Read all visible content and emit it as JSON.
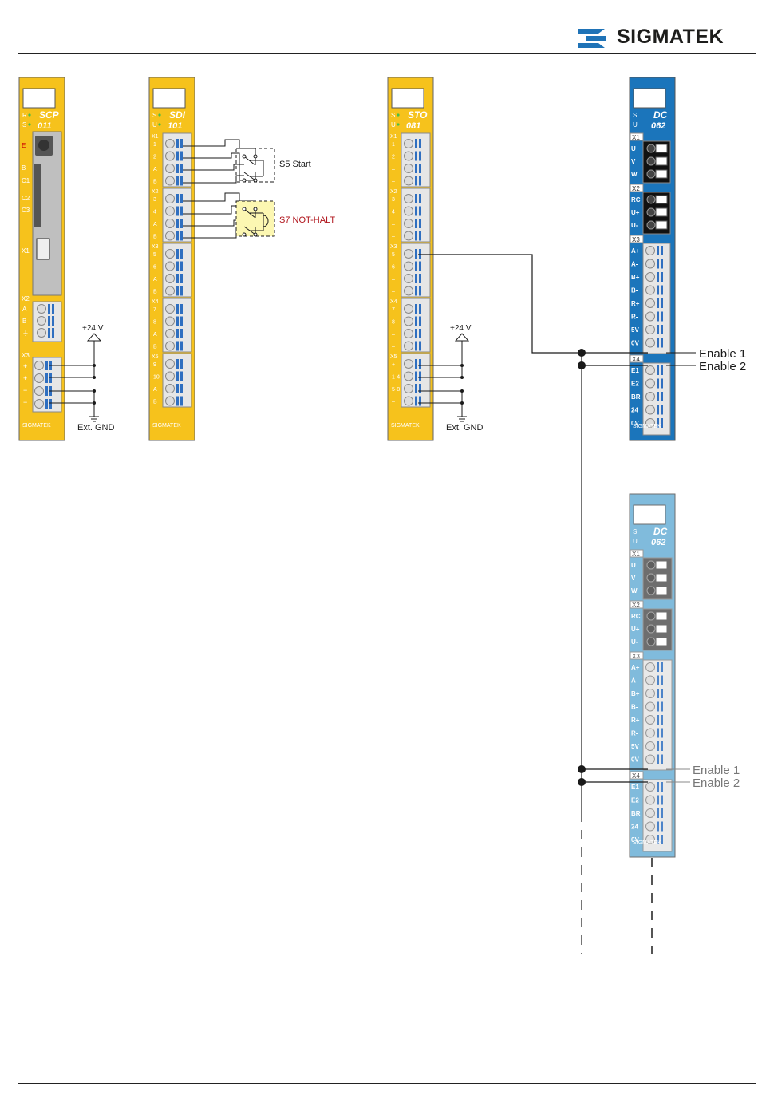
{
  "header": {
    "brand": "SIGMATEK"
  },
  "colors": {
    "yellow": "#f6c21c",
    "blue_dark": "#1b75bb",
    "blue_light": "#6ab0d7",
    "terminal_blue": "#2f6fc0",
    "wire": "#1a1a1a",
    "grey_label": "#777777",
    "red_label": "#b0141b"
  },
  "modules": {
    "scp": {
      "name": "SCP",
      "number": "011",
      "brand": "SIGMATEK",
      "leds": [
        "R",
        "S"
      ],
      "side_labels": [
        "E",
        "B",
        "C1",
        "C2",
        "C3"
      ],
      "ports": [
        "X1",
        "X2",
        "X3"
      ],
      "x2_pins": [
        "A",
        "B",
        "⏚"
      ],
      "x3_pins": [
        "+",
        "+",
        "−",
        "−"
      ]
    },
    "sdi": {
      "name": "SDI",
      "number": "101",
      "brand": "SIGMATEK",
      "leds": [
        "S",
        "U"
      ],
      "ports": [
        "X1",
        "X2",
        "X3",
        "X4",
        "X5"
      ],
      "pins": [
        [
          "1",
          "2",
          "A",
          "B"
        ],
        [
          "3",
          "4",
          "A",
          "B"
        ],
        [
          "5",
          "6",
          "A",
          "B"
        ],
        [
          "7",
          "8",
          "A",
          "B"
        ],
        [
          "9",
          "10",
          "A",
          "B"
        ]
      ]
    },
    "sto": {
      "name": "STO",
      "number": "081",
      "brand": "SIGMATEK",
      "leds": [
        "S",
        "U"
      ],
      "ports": [
        "X1",
        "X2",
        "X3",
        "X4",
        "X5"
      ],
      "pins": [
        [
          "1",
          "2",
          "–",
          "–"
        ],
        [
          "3",
          "4",
          "–",
          "–"
        ],
        [
          "5",
          "6",
          "–",
          "–"
        ],
        [
          "7",
          "8",
          "–",
          "–"
        ],
        [
          "+",
          "1-4",
          "5-8",
          "–"
        ]
      ]
    },
    "dc1": {
      "name": "DC",
      "number": "062",
      "brand": "SIGMATEK",
      "leds": [
        "S",
        "U"
      ],
      "ports": [
        "X1",
        "X2",
        "X3",
        "X4"
      ],
      "x1_pins": [
        "U",
        "V",
        "W"
      ],
      "x2_pins": [
        "RC",
        "U+",
        "U-"
      ],
      "x3_pins": [
        "A+",
        "A-",
        "B+",
        "B-",
        "R+",
        "R-",
        "5V",
        "0V"
      ],
      "x4_pins": [
        "E1",
        "E2",
        "BR",
        "24",
        "0V"
      ]
    },
    "dc2": {
      "name": "DC",
      "number": "062",
      "brand": "SIGMATEK",
      "leds": [
        "S",
        "U"
      ],
      "ports": [
        "X1",
        "X2",
        "X3",
        "X4"
      ],
      "x1_pins": [
        "U",
        "V",
        "W"
      ],
      "x2_pins": [
        "RC",
        "U+",
        "U-"
      ],
      "x3_pins": [
        "A+",
        "A-",
        "B+",
        "B-",
        "R+",
        "R-",
        "5V",
        "0V"
      ],
      "x4_pins": [
        "E1",
        "E2",
        "BR",
        "24",
        "0V"
      ]
    }
  },
  "labels": {
    "supply_1": "+24 V",
    "gnd_1": "Ext. GND",
    "supply_2": "+24 V",
    "gnd_2": "Ext. GND",
    "s5": "S5 Start",
    "s7": "S7 NOT-HALT",
    "enable1_a": "Enable 1",
    "enable2_a": "Enable 2",
    "enable1_b": "Enable 1",
    "enable2_b": "Enable 2"
  }
}
